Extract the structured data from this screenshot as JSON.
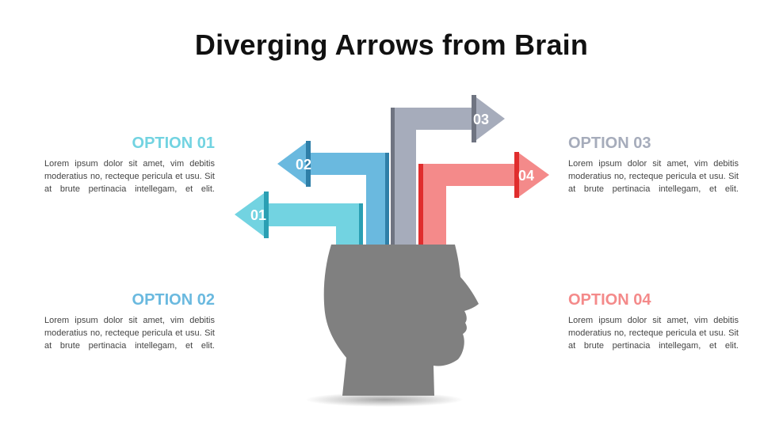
{
  "title": "Diverging Arrows from Brain",
  "colors": {
    "opt1": "#72d3e1",
    "opt2": "#6ab9df",
    "opt3": "#a6acbb",
    "opt4": "#f48a8a",
    "head": "#808080"
  },
  "options": [
    {
      "heading": "OPTION 01",
      "body": "Lorem ipsum dolor sit amet, vim debitis moderatius no, recteque pericula et usu. Sit at brute pertinacia intellegam, et elit.",
      "color": "#72d3e1"
    },
    {
      "heading": "OPTION 02",
      "body": "Lorem ipsum dolor sit amet, vim debitis moderatius no, recteque pericula et usu. Sit at brute pertinacia intellegam, et elit.",
      "color": "#6ab9df"
    },
    {
      "heading": "OPTION 03",
      "body": "Lorem ipsum dolor sit amet, vim debitis moderatius no, recteque pericula et usu. Sit at brute pertinacia intellegam, et elit.",
      "color": "#a6acbb"
    },
    {
      "heading": "OPTION 04",
      "body": "Lorem ipsum dolor sit amet, vim debitis moderatius no, recteque pericula et usu. Sit at brute pertinacia intellegam, et elit.",
      "color": "#f48a8a"
    }
  ],
  "arrows": [
    {
      "label": "01",
      "direction": "left",
      "color": "#72d3e1"
    },
    {
      "label": "02",
      "direction": "left",
      "color": "#6ab9df"
    },
    {
      "label": "03",
      "direction": "right",
      "color": "#a6acbb"
    },
    {
      "label": "04",
      "direction": "right",
      "color": "#f48a8a"
    }
  ]
}
